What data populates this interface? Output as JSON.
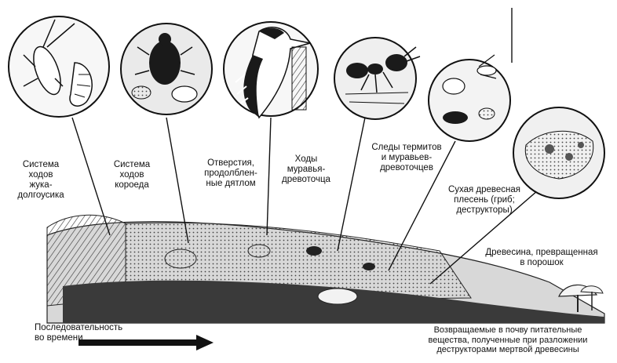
{
  "labels": {
    "beetle": "Система\nходов\nжука-\nдолгоусика",
    "bark_beetle": "Система\nходов\nкороеда",
    "woodpecker": "Отверстия,\nпродолблен-\nные дятлом",
    "ant": "Ходы\nмуравья-\nдревоточца",
    "termite": "Следы термитов\nи муравьев-\nдревоточцев",
    "fungus": "Сухая древесная\nплесень (гриб;\nдеструкторы)",
    "powder": "Древесина, превращенная\nв порошок",
    "nutrients": "Возвращаемые в почву питательные\nвещества, полученные при разложении\nдеструкторами мертвой древесины",
    "time": "Последовательность\nво времени"
  },
  "icons": [
    "longhorn-beetle-icon",
    "bark-beetle-icon",
    "woodpecker-icon",
    "carpenter-ant-icon",
    "termite-icon",
    "fungus-icon",
    "mushroom-icon"
  ]
}
